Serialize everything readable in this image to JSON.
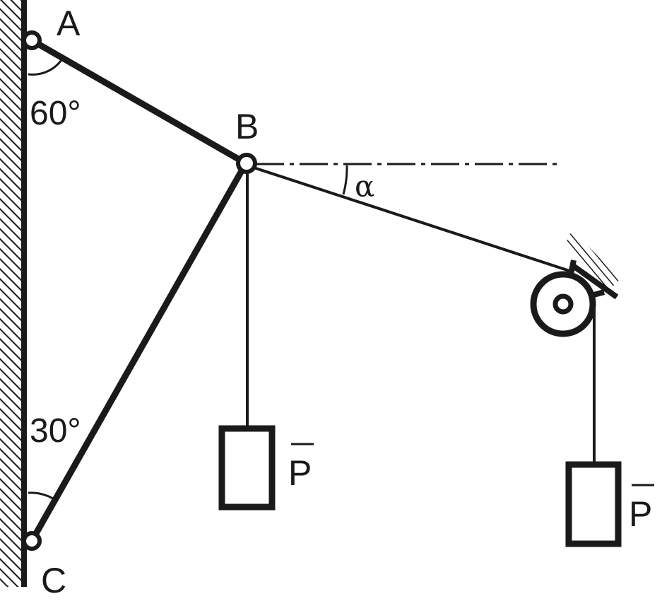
{
  "labels": {
    "A": "A",
    "B": "B",
    "C": "C",
    "angle_A": "60°",
    "angle_C": "30°",
    "alpha": "α",
    "load_left": "P",
    "load_right": "P"
  },
  "style": {
    "ink": "#1a1a1a",
    "background": "#ffffff"
  }
}
